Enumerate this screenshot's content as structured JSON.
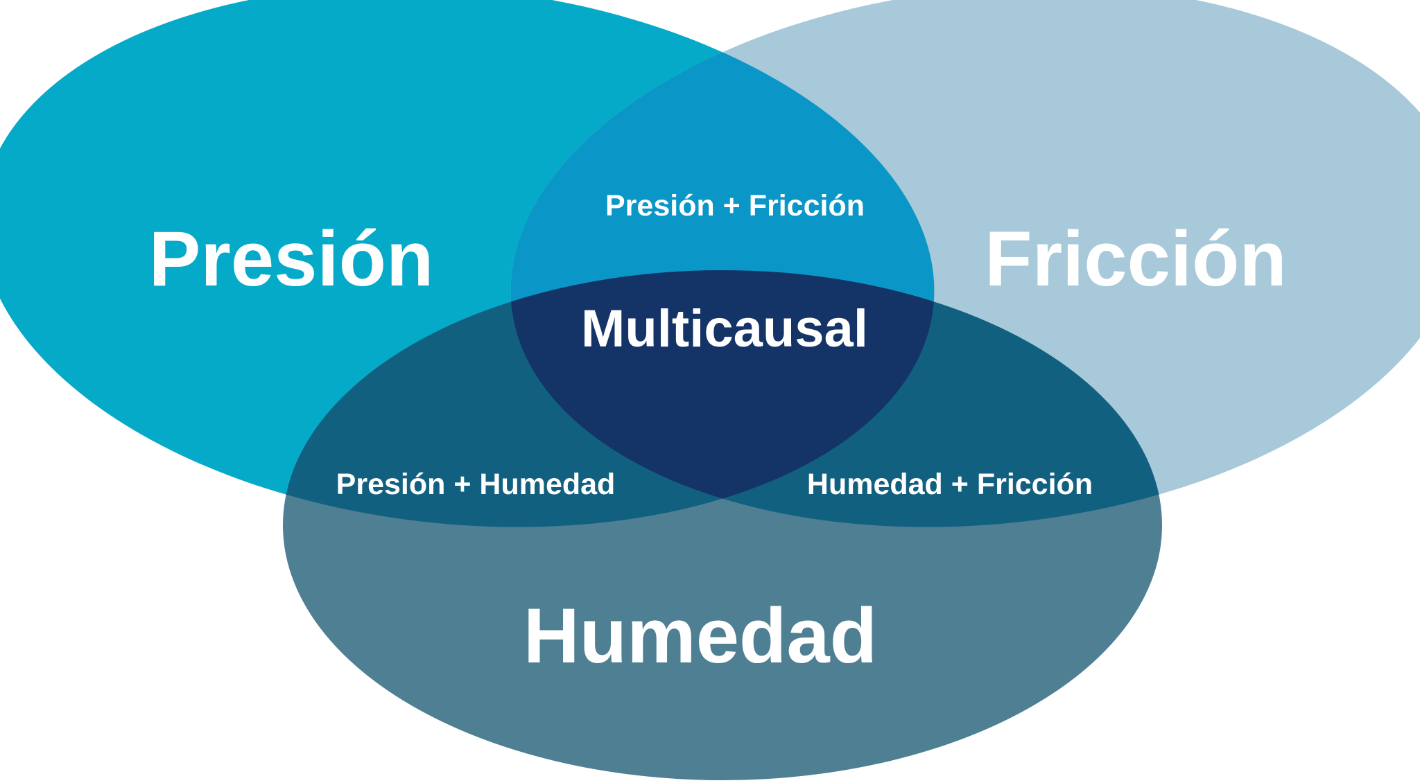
{
  "venn": {
    "kind": "venn-3-ellipses",
    "background": "#ffffff",
    "text_color": "#ffffff",
    "sets": {
      "presion": {
        "label": "Presión",
        "color": "#06aac9"
      },
      "friccion": {
        "label": "Fricción",
        "color": "#a7c9d9"
      },
      "humedad": {
        "label": "Humedad",
        "color": "#4f7f93"
      }
    },
    "overlaps": {
      "presion_friccion": {
        "label": "Presión + Fricción",
        "color": "#0a96c6"
      },
      "presion_humedad": {
        "label": "Presión + Humedad",
        "color": "#126080"
      },
      "humedad_friccion": {
        "label": "Humedad + Fricción",
        "color": "#126080"
      },
      "multicausal": {
        "label": "Multicausal",
        "color": "#143366"
      }
    }
  }
}
